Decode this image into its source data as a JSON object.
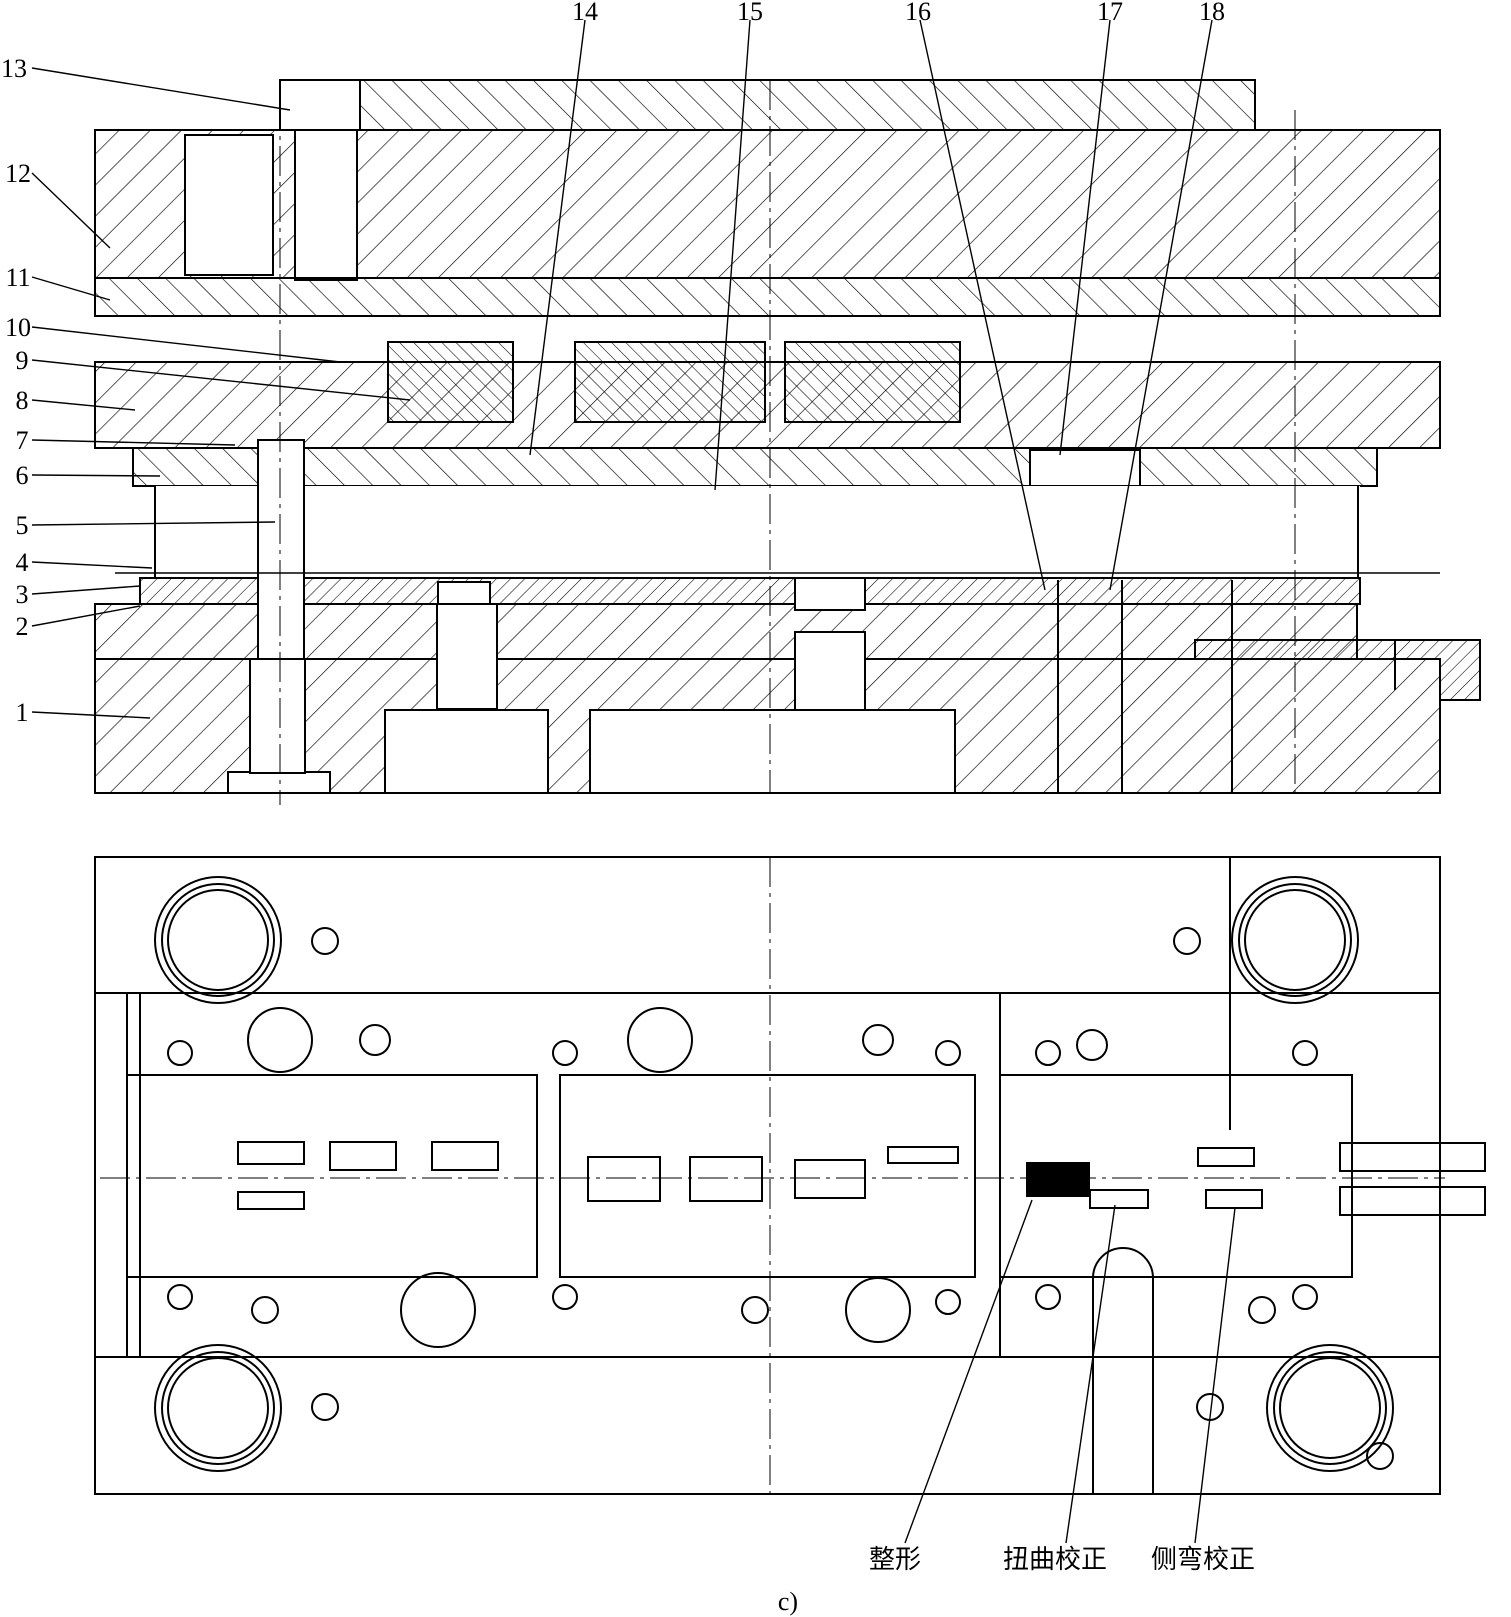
{
  "section_labels": {
    "upper": [
      "1",
      "2",
      "3",
      "4",
      "5",
      "6",
      "7",
      "8",
      "9",
      "10",
      "11",
      "12",
      "13"
    ],
    "top": [
      "14",
      "15",
      "16",
      "17",
      "18"
    ]
  },
  "operations": {
    "shaping": "整形",
    "twist_correction": "扭曲校正",
    "side_bend_correction": "侧弯校正"
  },
  "figure_label": "c)"
}
